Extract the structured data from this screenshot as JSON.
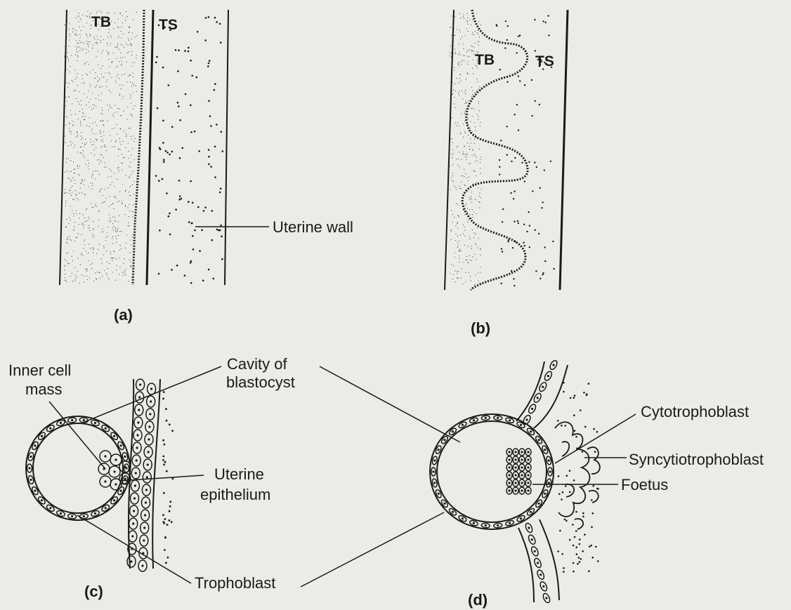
{
  "panels": {
    "a": {
      "tag": "(a)",
      "left_label": "TB",
      "right_label": "TS",
      "annotation": "Uterine wall"
    },
    "b": {
      "tag": "(b)",
      "left_label": "TB",
      "right_label": "TS"
    },
    "c": {
      "tag": "(c)",
      "inner_cell_mass_line1": "Inner cell",
      "inner_cell_mass_line2": "mass",
      "uterine_epithelium_line1": "Uterine",
      "uterine_epithelium_line2": "epithelium"
    },
    "d": {
      "tag": "(d)",
      "cytotrophoblast": "Cytotrophoblast",
      "syncytiotrophoblast": "Syncytiotrophoblast",
      "foetus": "Foetus"
    },
    "shared": {
      "cavity_line1": "Cavity of",
      "cavity_line2": "blastocyst",
      "trophoblast": "Trophoblast"
    }
  },
  "colors": {
    "background": "#ecebe6",
    "ink": "#1a1a1a"
  }
}
